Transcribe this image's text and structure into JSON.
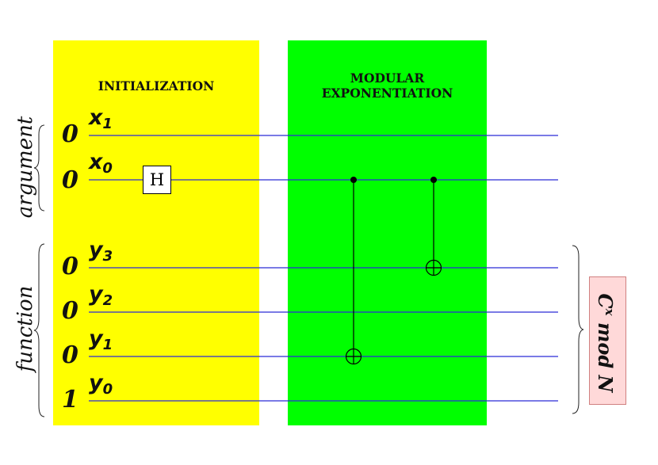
{
  "panels": {
    "initialization": "INITIALIZATION",
    "modular": "MODULAR\nEXPONENTIATION"
  },
  "groups": {
    "argument": "argument",
    "function": "function"
  },
  "qubits": [
    {
      "id": "x1",
      "init": "0",
      "base": "x",
      "sub": "1"
    },
    {
      "id": "x0",
      "init": "0",
      "base": "x",
      "sub": "0"
    },
    {
      "id": "y3",
      "init": "0",
      "base": "y",
      "sub": "3"
    },
    {
      "id": "y2",
      "init": "0",
      "base": "y",
      "sub": "2"
    },
    {
      "id": "y1",
      "init": "0",
      "base": "y",
      "sub": "1"
    },
    {
      "id": "y0",
      "init": "1",
      "base": "y",
      "sub": "0"
    }
  ],
  "gates": {
    "hadamard": "H"
  },
  "result": {
    "base": "C",
    "exp": "x",
    "rest": " mod N"
  },
  "colors": {
    "init_panel": "#ffff00",
    "modexp_panel": "#00ff00",
    "wire": "#2a2ad8",
    "result_box": "#ffd9d9"
  }
}
